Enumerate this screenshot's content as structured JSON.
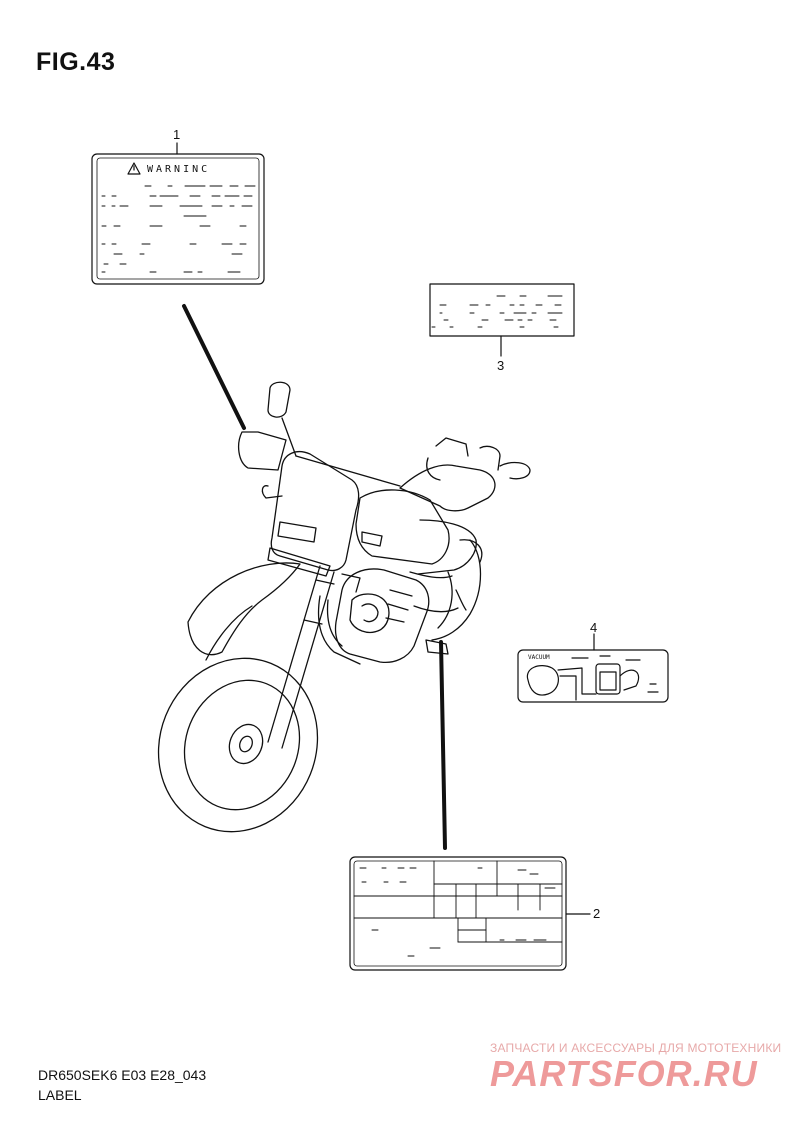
{
  "figure": {
    "title": "FIG.43"
  },
  "labels": [
    {
      "callout": "1",
      "text": "WARNINC"
    },
    {
      "callout": "2"
    },
    {
      "callout": "3"
    },
    {
      "callout": "4",
      "text": "VACUUM"
    }
  ],
  "footer": {
    "model_code": "DR650SEK6 E03 E28_043",
    "section_name": "LABEL"
  },
  "watermark": {
    "tagline": "ЗАПЧАСТИ И АКСЕССУАРЫ ДЛЯ МОТОТЕХНИКИ",
    "logo": "PARTSFOR.RU"
  }
}
